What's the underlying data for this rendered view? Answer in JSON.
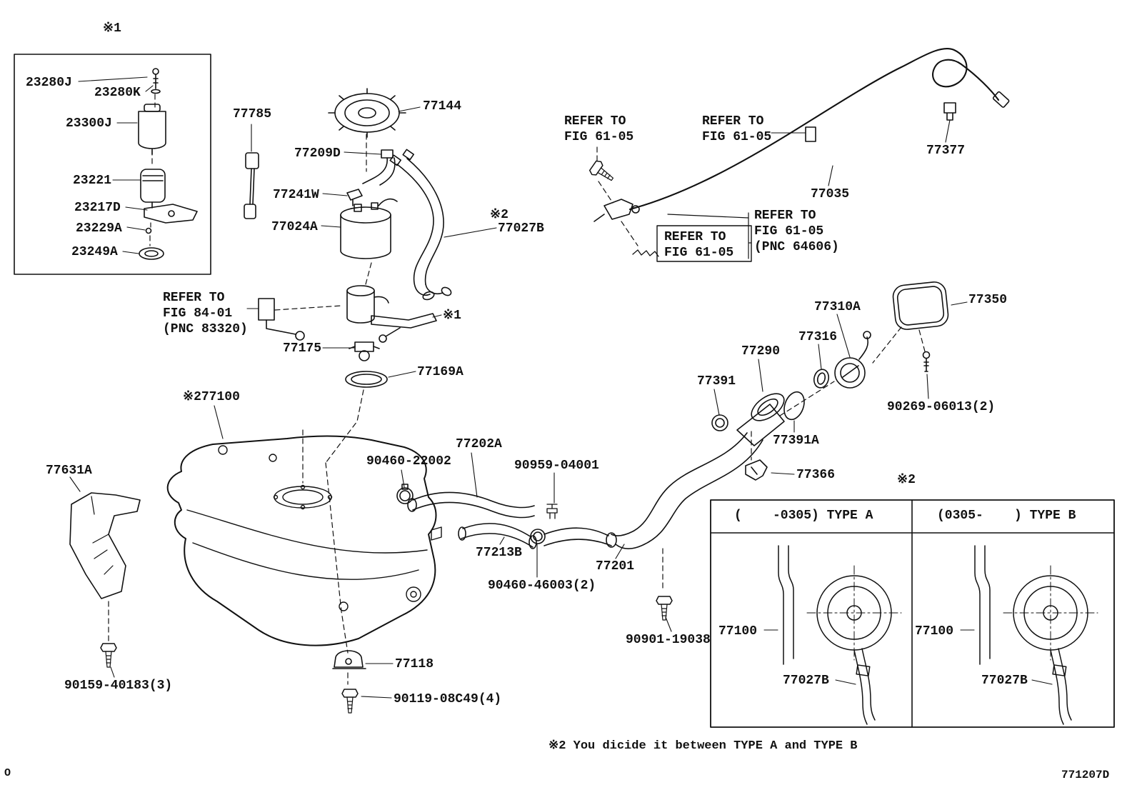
{
  "ink": "#111111",
  "page": {
    "corner_code": "771207D",
    "corner_mark": "O",
    "footnote": "※2 You dicide it between TYPE A and TYPE B"
  },
  "markers": {
    "inset": "※1",
    "pump_assy": "※1",
    "tube_assy": "※2",
    "table": "※2"
  },
  "inset": {
    "p23280J": "23280J",
    "p23280K": "23280K",
    "p23300J": "23300J",
    "p23221": "23221",
    "p23217D": "23217D",
    "p23229A": "23229A",
    "p23249A": "23249A"
  },
  "parts": {
    "p77785": "77785",
    "p77144": "77144",
    "p77209D": "77209D",
    "p77241W": "77241W",
    "p77024A": "77024A",
    "p77027B": "77027B",
    "p77377": "77377",
    "p77035": "77035",
    "p77175": "77175",
    "p77169A": "77169A",
    "p77100_tank": "※277100",
    "p77310A": "77310A",
    "p77316": "77316",
    "p77290": "77290",
    "p77391": "77391",
    "p77350": "77350",
    "p90269": "90269-06013(2)",
    "p77391A": "77391A",
    "p77366": "77366",
    "p77631A": "77631A",
    "p77202A": "77202A",
    "p90460_22002": "90460-22002",
    "p90959_04001": "90959-04001",
    "p77213B": "77213B",
    "p77201": "77201",
    "p90460_46003": "90460-46003(2)",
    "p90901_19038": "90901-19038",
    "p77118": "77118",
    "p90119_08C49": "90119-08C49(4)",
    "p90159_40183": "90159-40183(3)"
  },
  "refer_notes": {
    "fig6105_a": "REFER TO\nFIG 61-05",
    "fig6105_b": "REFER TO\nFIG 61-05",
    "fig6105_pnc": "REFER TO\nFIG 61-05\n(PNC 64606)",
    "fig6105_c": "REFER TO\nFIG 61-05",
    "fig8401": "REFER TO\nFIG 84-01\n(PNC 83320)"
  },
  "table": {
    "marker": "※2",
    "type_a_header": "(    -0305) TYPE A",
    "type_b_header": "(0305-    ) TYPE B",
    "type_a_pipe": "77100",
    "type_a_hose": "77027B",
    "type_b_pipe": "77100",
    "type_b_hose": "77027B"
  }
}
